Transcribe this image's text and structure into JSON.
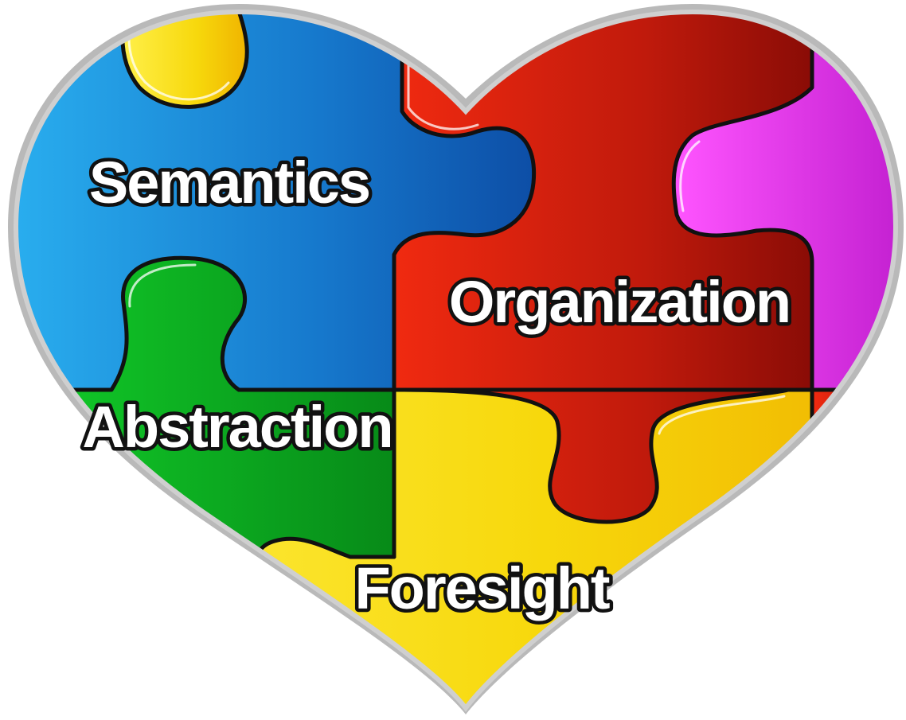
{
  "pieces": [
    {
      "id": "semantics",
      "label": "Semantics",
      "color": "#1f86d6"
    },
    {
      "id": "organization",
      "label": "Organization",
      "color": "#c8200e"
    },
    {
      "id": "abstraction",
      "label": "Abstraction",
      "color": "#0aa621"
    },
    {
      "id": "foresight",
      "label": "Foresight",
      "color": "#f6d60a"
    },
    {
      "id": "magenta",
      "label": "",
      "color": "#dd33dd"
    }
  ],
  "heart_outline_color": "#b9b9b9"
}
